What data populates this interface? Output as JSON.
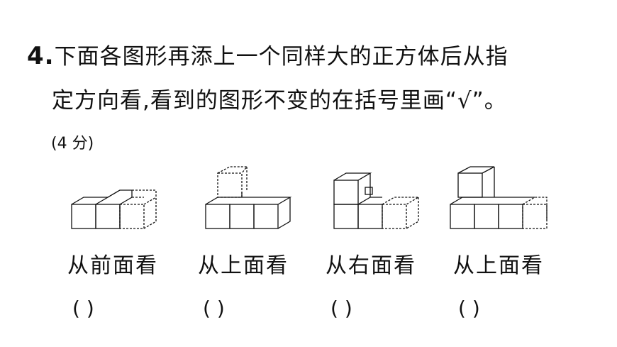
{
  "question": {
    "number": "4.",
    "line1": "下面各图形再添上一个同样大的正方体后从指",
    "line2": "定方向看,看到的图形不变的在括号里画“√”。",
    "score": "(4 分)"
  },
  "options": [
    {
      "view": "从前面看",
      "answer_paren": "(          )"
    },
    {
      "view": "从上面看",
      "answer_paren": "(          )"
    },
    {
      "view": "从右面看",
      "answer_paren": "(          )"
    },
    {
      "view": "从上面看",
      "answer_paren": "(          )"
    }
  ]
}
